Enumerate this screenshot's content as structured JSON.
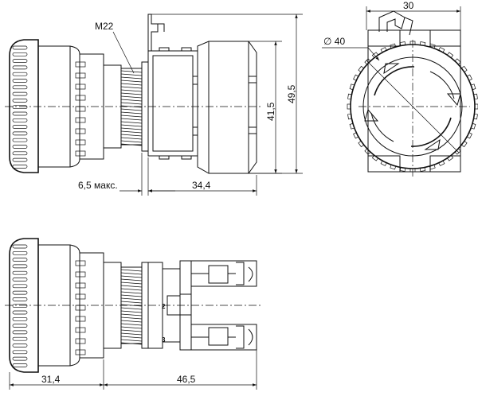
{
  "dimensions": {
    "thread": "M22",
    "panel_max": "6,5 макс.",
    "body_depth_top": "34,4",
    "height_inner": "41,5",
    "height_outer": "49,5",
    "width_front": "30",
    "diameter": "∅ 40",
    "head_depth_bottom": "31,4",
    "body_depth_bottom": "46,5"
  },
  "terminal_labels": [
    "2",
    "3"
  ]
}
